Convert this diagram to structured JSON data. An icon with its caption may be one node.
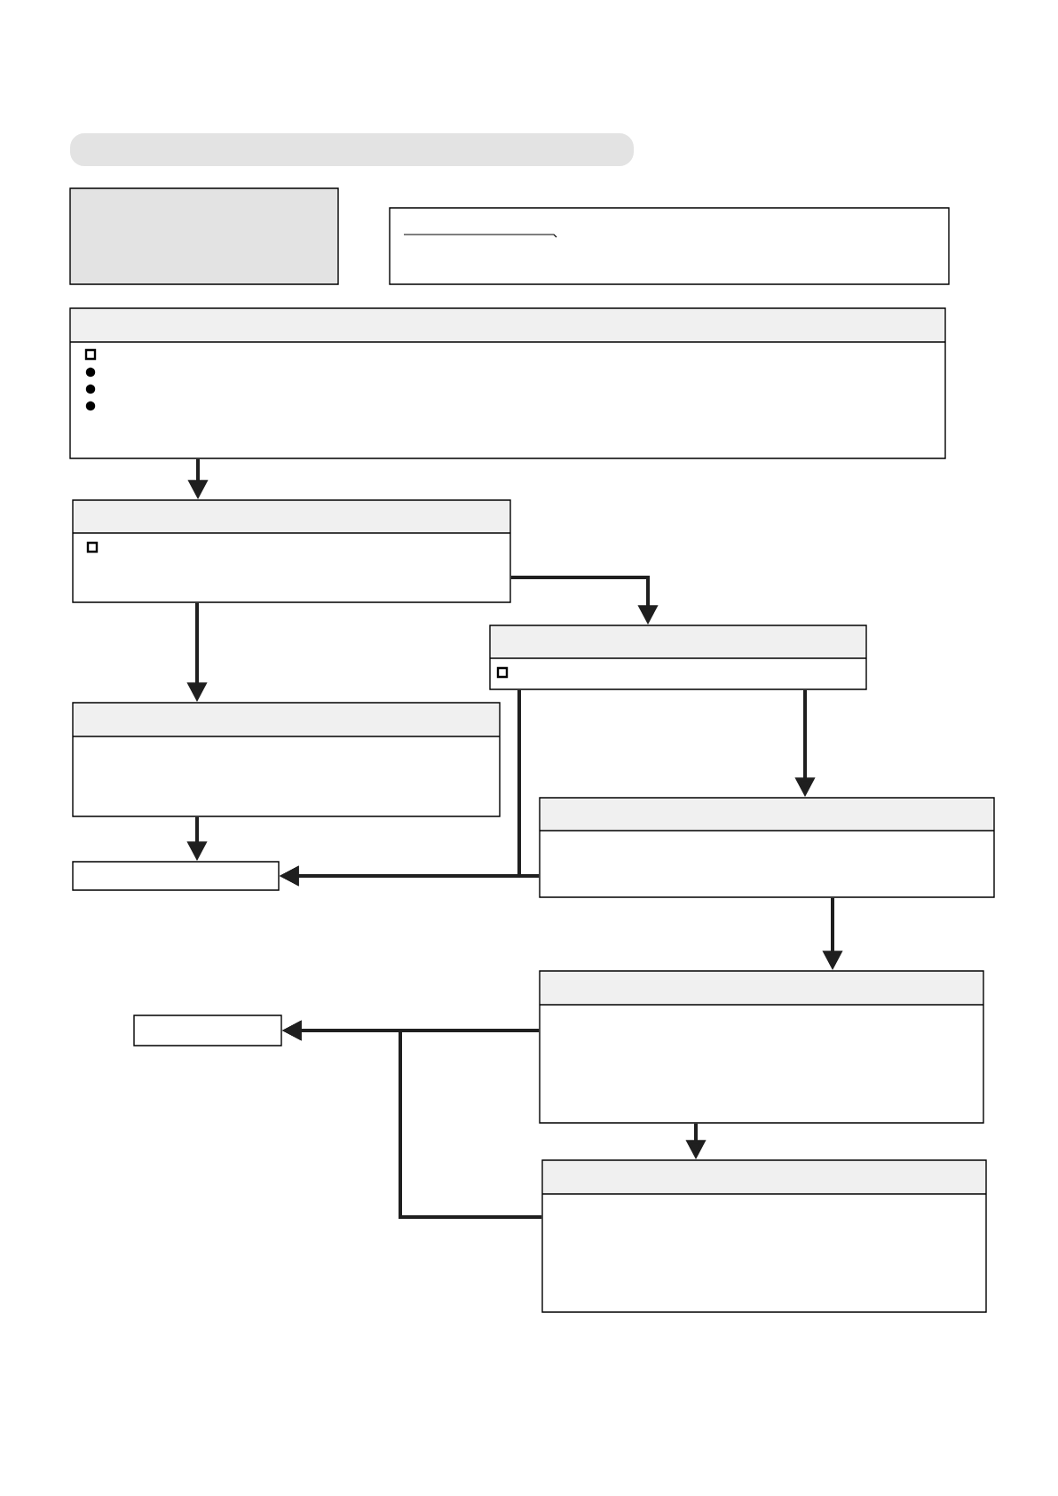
{
  "diagram": {
    "nodes": [
      {
        "text": [],
        "shape": "bar"
      },
      {
        "text": [],
        "shape": "box"
      },
      {
        "text": [],
        "shape": "box"
      },
      {
        "text": [],
        "shape": "box"
      },
      {
        "text": [],
        "shape": "box"
      },
      {
        "text": [],
        "shape": "box"
      },
      {
        "text": [],
        "shape": "box"
      },
      {
        "text": [],
        "shape": "box"
      },
      {
        "text": [],
        "shape": "box"
      },
      {
        "text": [],
        "shape": "box"
      },
      {
        "text": [],
        "shape": "box"
      },
      {
        "text": [],
        "shape": "box"
      }
    ],
    "edges": [
      {
        "from": 3,
        "to": 4,
        "arrow": "to"
      },
      {
        "from": 4,
        "to": 5,
        "arrow": "to"
      },
      {
        "from": 4,
        "to": 6,
        "arrow": "to"
      },
      {
        "from": 6,
        "to": 7,
        "arrow": "to"
      },
      {
        "from": 5,
        "to": 7,
        "arrow": "to"
      },
      {
        "from": 8,
        "to": 7,
        "arrow": "to"
      },
      {
        "from": 5,
        "to": 8,
        "arrow": "to"
      },
      {
        "from": 8,
        "to": 9,
        "arrow": "to"
      },
      {
        "from": 9,
        "to": 10,
        "arrow": "to"
      },
      {
        "from": 9,
        "to": 11,
        "arrow": "to"
      },
      {
        "from": 11,
        "to": 10,
        "arrow": "to"
      }
    ]
  }
}
